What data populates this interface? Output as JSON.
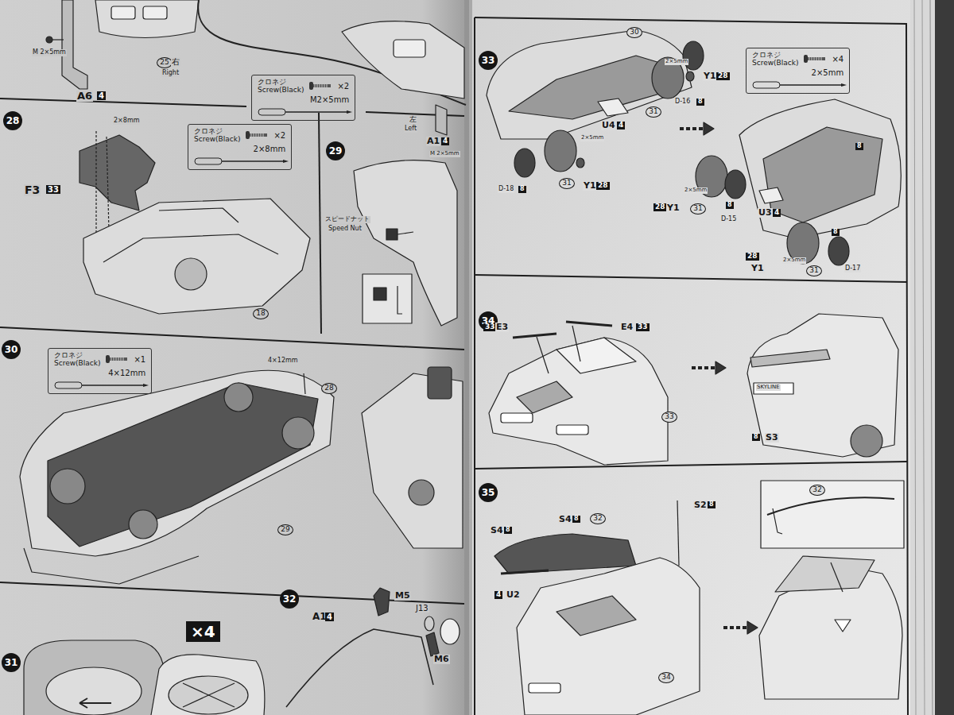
{
  "diagram": {
    "nodes": [
      {
        "text": [
          "クロネジ Screw(Black)",
          "×2",
          "M2×5mm"
        ]
      },
      {
        "text": [
          "28"
        ]
      },
      {
        "text": [
          "クロネジ Screw(Black)",
          "×2",
          "2×8mm"
        ]
      },
      {
        "text": [
          "29"
        ]
      },
      {
        "text": [
          "30"
        ]
      },
      {
        "text": [
          "クロネジ Screw(Black)",
          "×1",
          "4×12mm"
        ]
      },
      {
        "text": [
          "31"
        ]
      },
      {
        "text": [
          "32"
        ]
      },
      {
        "text": [
          "33"
        ]
      },
      {
        "text": [
          "クロネジ Screw(Black)",
          "×4",
          "2×5mm"
        ]
      },
      {
        "text": [
          "34"
        ]
      },
      {
        "text": [
          "35"
        ]
      }
    ],
    "labels": [
      "M 2×5mm",
      "A6",
      "4",
      "25",
      "右",
      "Right",
      "左",
      "Left",
      "A1",
      "4",
      "M 2×5mm",
      "2×8mm",
      "F3",
      "33",
      "18",
      "スピードナット",
      "Speed Nut",
      "4×12mm",
      "28",
      "29",
      "×4",
      "A1",
      "4",
      "M5",
      "J13",
      "M6",
      "30",
      "2×5mm",
      "D-16",
      "8",
      "Y1",
      "28",
      "31",
      "U4",
      "4",
      "D-18",
      "8",
      "31",
      "2×5mm",
      "Y1",
      "28",
      "8",
      "28",
      "Y1",
      "2×5mm",
      "31",
      "8",
      "D-15",
      "U3",
      "4",
      "8",
      "28",
      "Y1",
      "2×5mm",
      "31",
      "D-17",
      "33",
      "E3",
      "E4",
      "33",
      "33",
      "SKYLINE",
      "8",
      "S3",
      "S2",
      "8",
      "S4",
      "8",
      "S4",
      "8",
      "32",
      "4",
      "U2",
      "32",
      "34"
    ]
  }
}
